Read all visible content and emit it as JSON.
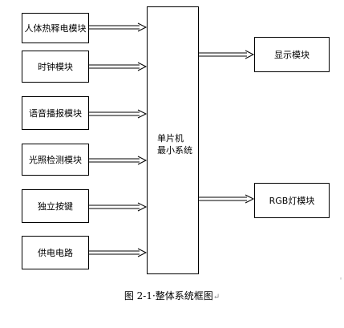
{
  "diagram": {
    "left_modules": [
      {
        "id": "pir",
        "label": "人体热释电模块"
      },
      {
        "id": "clock",
        "label": "时钟模块"
      },
      {
        "id": "voice",
        "label": "语音播报模块"
      },
      {
        "id": "light",
        "label": "光照检测模块"
      },
      {
        "id": "keys",
        "label": "独立按键"
      },
      {
        "id": "power",
        "label": "供电电路"
      }
    ],
    "center": {
      "line1": "单片机",
      "line2": "最小系统"
    },
    "right_modules": [
      {
        "id": "display",
        "label": "显示模块"
      },
      {
        "id": "rgb",
        "label": "RGB灯模块"
      }
    ]
  },
  "caption": {
    "text": "图 2-1·整体系统框图",
    "return_mark": "↵"
  },
  "margin_mark": "◦"
}
